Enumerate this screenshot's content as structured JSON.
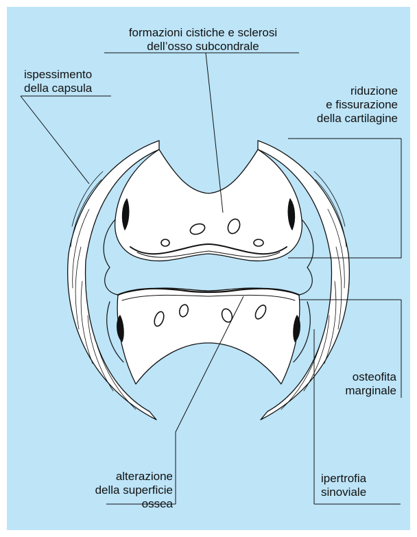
{
  "colors": {
    "background": "#bde4f7",
    "ink": "#111111",
    "fill": "#ffffff"
  },
  "labels": {
    "cysts": [
      "formazioni cistiche e sclerosi",
      "dell’osso subcondrale"
    ],
    "capsule": [
      "ispessimento",
      "della capsula"
    ],
    "cartilage": [
      "riduzione",
      "e fissurazione",
      "della cartilagine"
    ],
    "osteophyte": [
      "osteofita",
      "marginale"
    ],
    "bone_surface": [
      "alterazione",
      "della superficie",
      "ossea"
    ],
    "synovial": [
      "ipertrofia",
      "sinoviale"
    ]
  }
}
